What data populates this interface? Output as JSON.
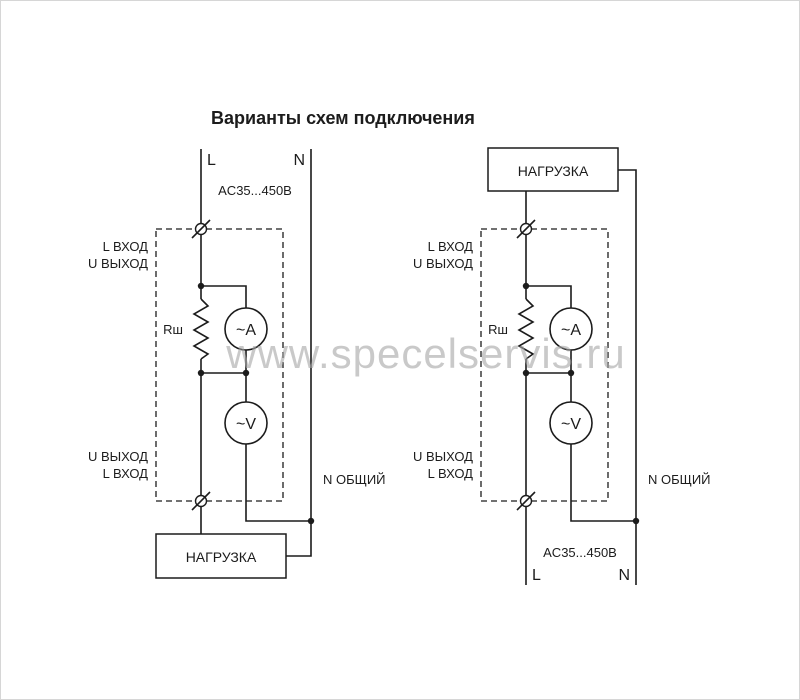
{
  "title": "Варианты схем подключения",
  "watermark": "www.specelservis.ru",
  "diagram": {
    "phase_label": "L",
    "neutral_label": "N",
    "voltage_range": "AC35...450В",
    "input_line1": "L ВХОД",
    "input_line2": "U ВЫХОД",
    "output_line1": "U ВЫХОД",
    "output_line2": "L ВХОД",
    "n_common": "N ОБЩИЙ",
    "load": "НАГРУЗКА",
    "shunt": "Rш",
    "ammeter": "~A",
    "voltmeter": "~V"
  }
}
